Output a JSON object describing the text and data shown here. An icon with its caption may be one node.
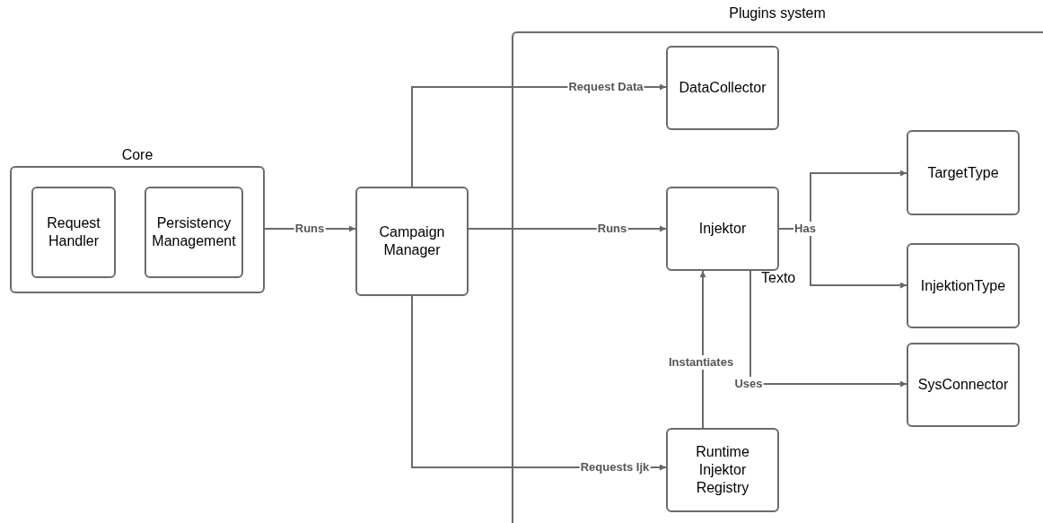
{
  "diagram": {
    "nodes": [
      {
        "text": [
          "Core"
        ]
      },
      {
        "text": [
          "Request Handler"
        ],
        "in": 0
      },
      {
        "text": [
          "Persistency Management"
        ],
        "in": 0
      },
      {
        "text": [
          "Campaign Manager"
        ]
      },
      {
        "text": [
          "Plugins system"
        ]
      },
      {
        "text": [
          "DataCollector"
        ],
        "in": 4
      },
      {
        "text": [
          "Injektor"
        ],
        "in": 4
      },
      {
        "text": [
          "TargetType"
        ],
        "in": 4
      },
      {
        "text": [
          "InjektionType"
        ],
        "in": 4
      },
      {
        "text": [
          "SysConnector"
        ],
        "in": 4
      },
      {
        "text": [
          "Runtime Injektor Registry"
        ],
        "in": 4
      }
    ],
    "edges": [
      {
        "from": 0,
        "to": 3,
        "arrow": "to",
        "label": "Runs"
      },
      {
        "from": 3,
        "to": 5,
        "arrow": "to",
        "label": "Request Data"
      },
      {
        "from": 3,
        "to": 6,
        "arrow": "to",
        "label": "Runs"
      },
      {
        "from": 3,
        "to": 10,
        "arrow": "to",
        "label": "Requests Ijk"
      },
      {
        "from": 6,
        "to": 7,
        "arrow": "to",
        "label": "Has"
      },
      {
        "from": 6,
        "to": 8,
        "arrow": "to"
      },
      {
        "from": 10,
        "to": 6,
        "arrow": "to",
        "label": "Instantiates"
      },
      {
        "from": 6,
        "to": 9,
        "arrow": "to",
        "label": "Uses"
      }
    ],
    "labels": [
      "Texto"
    ]
  }
}
